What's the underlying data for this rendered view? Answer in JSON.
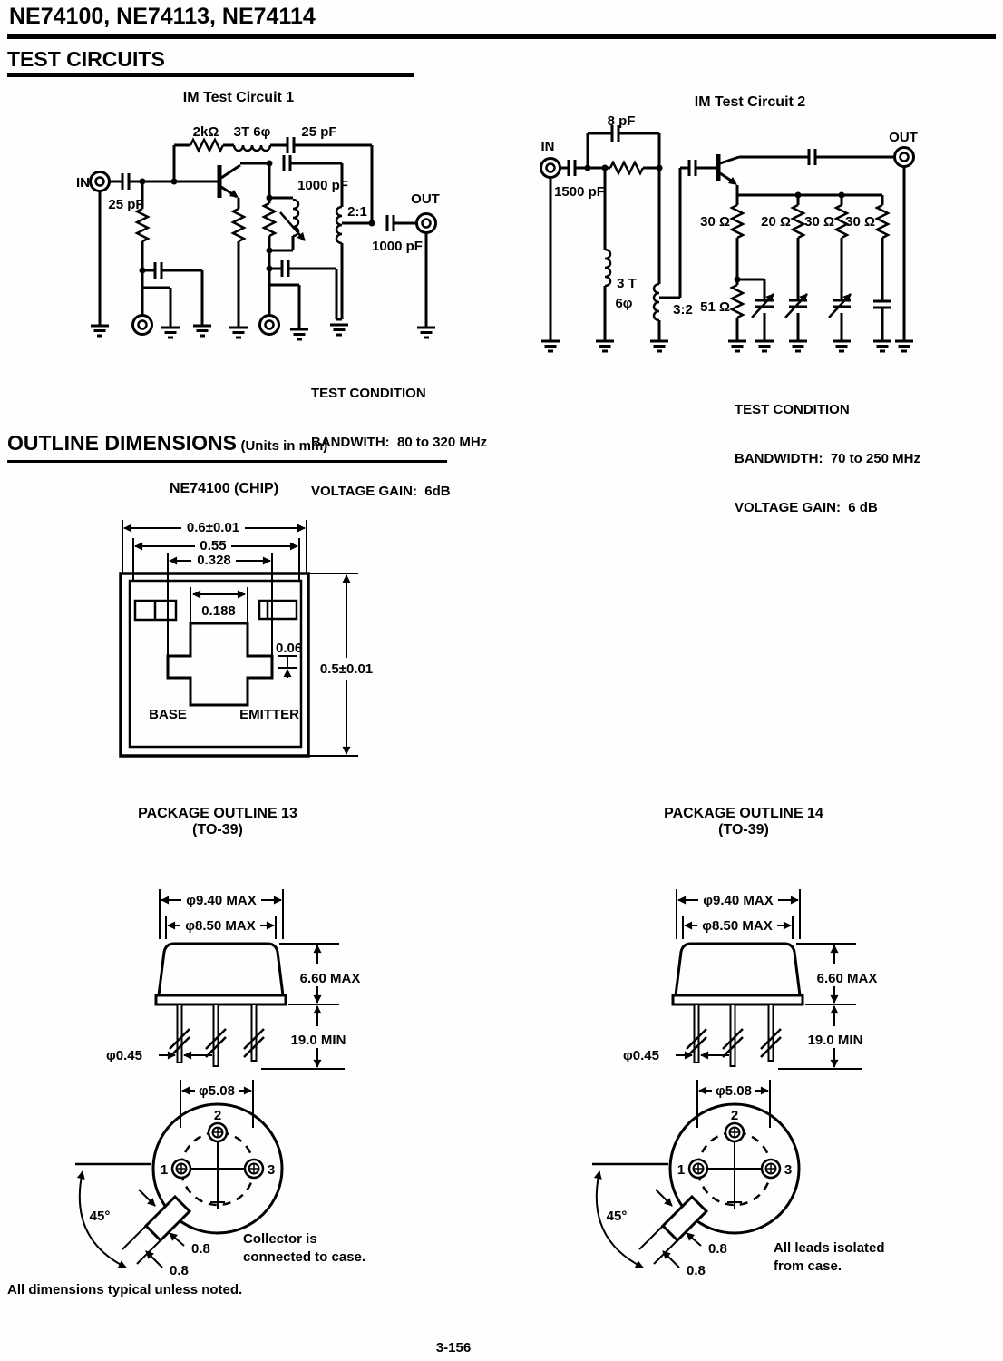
{
  "header": {
    "title": "NE74100, NE74113, NE74114"
  },
  "sections": {
    "test_circuits": "TEST CIRCUITS",
    "outline_dimensions": "OUTLINE DIMENSIONS",
    "outline_units": "(Units in mm)"
  },
  "circuit1": {
    "title": "IM Test Circuit 1",
    "labels": {
      "in": "IN",
      "out": "OUT",
      "r_feedback": "2kΩ",
      "l_feedback": "3T 6φ",
      "c_feedback": "25 pF",
      "c_input": "25 pF",
      "c_collector": "1000 pF",
      "transformer": "2:1",
      "c_output": "1000 pF"
    },
    "test_condition": {
      "line1": "TEST CONDITION",
      "line2": "BANDWITH:  80 to 320 MHz",
      "line3": "VOLTAGE GAIN:  6dB"
    }
  },
  "circuit2": {
    "title": "IM Test Circuit 2",
    "labels": {
      "in": "IN",
      "out": "OUT",
      "c_feedback": "8 pF",
      "c_input": "1500 pF",
      "l_shunt_a": "3 T",
      "l_shunt_b": "6φ",
      "transformer": "3:2",
      "r1": "30 Ω",
      "r2": "20 Ω",
      "r3": "30 Ω",
      "r4": "30 Ω",
      "r5": "51 Ω"
    },
    "test_condition": {
      "line1": "TEST CONDITION",
      "line2": "BANDWIDTH:  70 to 250 MHz",
      "line3": "VOLTAGE GAIN:  6 dB"
    }
  },
  "chip": {
    "title": "NE74100 (CHIP)",
    "dims": {
      "width_outer": "0.6±0.01",
      "width_mid": "0.55",
      "width_inner": "0.328",
      "pad_width": "0.188",
      "tab": "0.06",
      "height": "0.5±0.01"
    },
    "labels": {
      "base": "BASE",
      "emitter": "EMITTER"
    }
  },
  "package13": {
    "title": "PACKAGE OUTLINE 13",
    "subtitle": "(TO-39)",
    "dims": {
      "cap_dia": "φ9.40 MAX",
      "body_dia": "φ8.50 MAX",
      "height": "6.60 MAX",
      "lead_len": "19.0 MIN",
      "lead_dia": "φ0.45",
      "pin_circle": "φ5.08",
      "angle": "45°",
      "tab_w": "0.8",
      "tab_l": "0.8"
    },
    "pins": {
      "p1": "1",
      "p2": "2",
      "p3": "3"
    },
    "note1": "Collector is",
    "note2": "connected to case."
  },
  "package14": {
    "title": "PACKAGE OUTLINE 14",
    "subtitle": "(TO-39)",
    "dims": {
      "cap_dia": "φ9.40 MAX",
      "body_dia": "φ8.50 MAX",
      "height": "6.60 MAX",
      "lead_len": "19.0 MIN",
      "lead_dia": "φ0.45",
      "pin_circle": "φ5.08",
      "angle": "45°",
      "tab_w": "0.8",
      "tab_l": "0.8"
    },
    "pins": {
      "p1": "1",
      "p2": "2",
      "p3": "3"
    },
    "note1": "All leads isolated",
    "note2": "from case."
  },
  "footer": {
    "note": "All dimensions typical unless noted.",
    "page": "3-156"
  }
}
